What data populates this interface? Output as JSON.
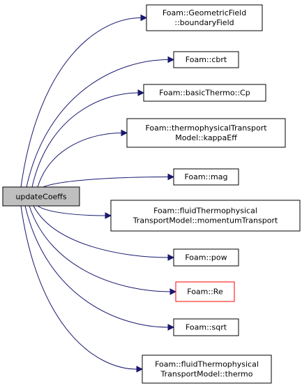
{
  "colors": {
    "edge": "#191970",
    "node_border": "#000000",
    "node_fill": "#ffffff",
    "root_fill": "#bfbfbf",
    "highlight_border": "#ff0000"
  },
  "root": {
    "label": "updateCoeffs"
  },
  "callees": [
    {
      "lines": [
        "Foam::GeometricField",
        "::boundaryField"
      ]
    },
    {
      "lines": [
        "Foam::cbrt"
      ]
    },
    {
      "lines": [
        "Foam::basicThermo::Cp"
      ]
    },
    {
      "lines": [
        "Foam::thermophysicalTransport",
        "Model::kappaEff"
      ]
    },
    {
      "lines": [
        "Foam::mag"
      ]
    },
    {
      "lines": [
        "Foam::fluidThermophysical",
        "TransportModel::momentumTransport"
      ]
    },
    {
      "lines": [
        "Foam::pow"
      ]
    },
    {
      "lines": [
        "Foam::Re"
      ],
      "highlight": true
    },
    {
      "lines": [
        "Foam::sqrt"
      ]
    },
    {
      "lines": [
        "Foam::fluidThermophysical",
        "TransportModel::thermo"
      ]
    }
  ]
}
